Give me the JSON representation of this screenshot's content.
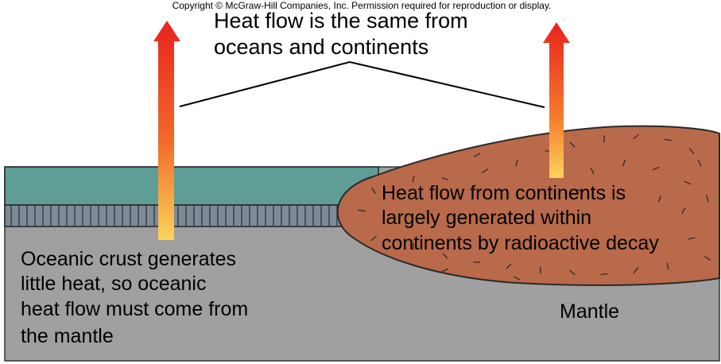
{
  "copyright": "Copyright © McGraw-Hill Companies, Inc. Permission required for reproduction or display.",
  "heading": {
    "line1": "Heat flow is the same from",
    "line2": "oceans and continents"
  },
  "continent_label": {
    "line1": "Heat flow from continents is",
    "line2": "largely generated within",
    "line3": "continents by radioactive decay"
  },
  "oceanic_label": {
    "line1": "Oceanic crust generates",
    "line2": "little heat, so oceanic",
    "line3": "heat flow must come from",
    "line4": "the mantle"
  },
  "mantle_label": "Mantle",
  "colors": {
    "ocean": "#5f9e97",
    "oceanic_crust": "#7f8a98",
    "mantle": "#a0a0a0",
    "continent": "#b86a4a",
    "arrow_top": "#e8231e",
    "arrow_bottom": "#fbd45a"
  }
}
